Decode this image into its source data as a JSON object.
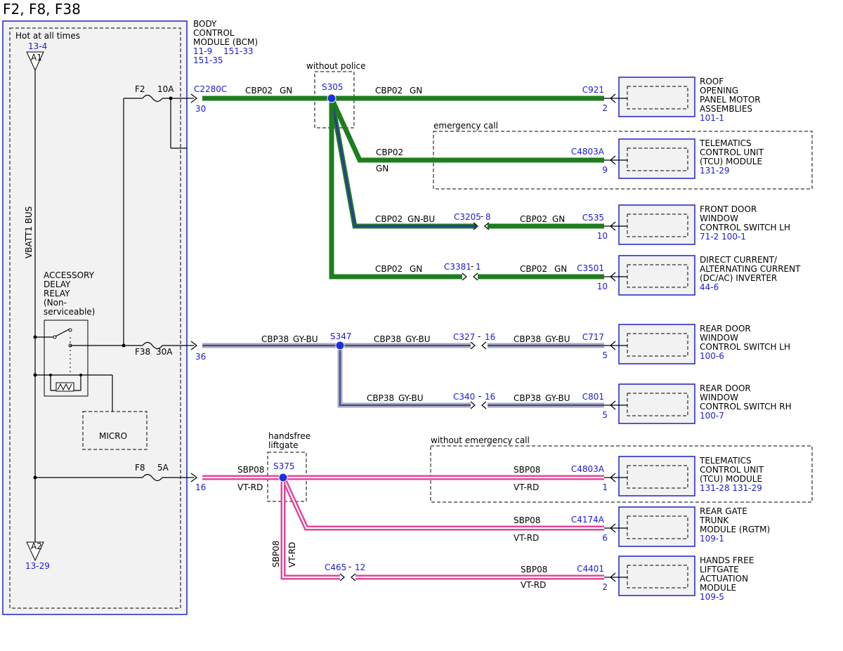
{
  "title": "F2, F8, F38",
  "colors": {
    "blue": "#1a1ad6",
    "green": "#1e7d1e",
    "gn_bu_blue": "#2a3c9a",
    "gy_bu_gray": "#a8a8b8",
    "gy_bu_blue": "#3a4aa0",
    "pink": "#e0489a",
    "splice": "#1b2ee0"
  },
  "bcm": {
    "hot_label": "Hot at all times",
    "hot_ref": "13-4",
    "a1": "A1",
    "a2": "A2",
    "a2_ref": "13-29",
    "bus_label": "VBATT1 BUS",
    "name_lines": [
      "BODY",
      "CONTROL",
      "MODULE (BCM)"
    ],
    "refs": [
      "11-9",
      "151-33",
      "151-35"
    ],
    "relay_lines": [
      "ACCESSORY",
      "DELAY",
      "RELAY",
      "(Non-",
      "serviceable)"
    ],
    "micro": "MICRO",
    "fuses": [
      {
        "name": "F2",
        "rating": "10A"
      },
      {
        "name": "F38",
        "rating": "30A"
      },
      {
        "name": "F8",
        "rating": "5A"
      }
    ],
    "connector": "C2280C",
    "pins": [
      "30",
      "36",
      "16"
    ]
  },
  "groups": {
    "without_police": "without police",
    "emergency_call": "emergency call",
    "handsfree": [
      "handsfree",
      "liftgate"
    ],
    "without_emergency_call": "without emergency call"
  },
  "splices": [
    "S305",
    "S347",
    "S375"
  ],
  "circuits": {
    "cbp02": "CBP02",
    "cbp38": "CBP38",
    "sbp08": "SBP08",
    "gn": "GN",
    "gn_bu": "GN-BU",
    "gy_bu": "GY-BU",
    "vt_rd": "VT-RD"
  },
  "inline_connectors": [
    {
      "name": "C3205",
      "pin": "8"
    },
    {
      "name": "C3381",
      "pin": "1"
    },
    {
      "name": "C327",
      "pin": "16"
    },
    {
      "name": "C340",
      "pin": "16"
    },
    {
      "name": "C465",
      "pin": "12"
    }
  ],
  "components": [
    {
      "connector": "C921",
      "pin": "2",
      "name_lines": [
        "ROOF",
        "OPENING",
        "PANEL MOTOR",
        "ASSEMBLIES"
      ],
      "refs": "101-1"
    },
    {
      "connector": "C4803A",
      "pin": "9",
      "name_lines": [
        "TELEMATICS",
        "CONTROL UNIT",
        "(TCU) MODULE"
      ],
      "refs": "131-29"
    },
    {
      "connector": "C535",
      "pin": "10",
      "name_lines": [
        "FRONT DOOR",
        "WINDOW",
        "CONTROL SWITCH LH"
      ],
      "refs": "71-2    100-1"
    },
    {
      "connector": "C3501",
      "pin": "10",
      "name_lines": [
        "DIRECT CURRENT/",
        "ALTERNATING CURRENT",
        "(DC/AC) INVERTER"
      ],
      "refs": "44-6"
    },
    {
      "connector": "C717",
      "pin": "5",
      "name_lines": [
        "REAR DOOR",
        "WINDOW",
        "CONTROL SWITCH LH"
      ],
      "refs": "100-6"
    },
    {
      "connector": "C801",
      "pin": "5",
      "name_lines": [
        "REAR DOOR",
        "WINDOW",
        "CONTROL SWITCH RH"
      ],
      "refs": "100-7"
    },
    {
      "connector": "C4803A",
      "pin": "1",
      "name_lines": [
        "TELEMATICS",
        "CONTROL UNIT",
        "(TCU) MODULE"
      ],
      "refs": "131-28   131-29"
    },
    {
      "connector": "C4174A",
      "pin": "6",
      "name_lines": [
        "REAR GATE",
        "TRUNK",
        "MODULE (RGTM)"
      ],
      "refs": "109-1"
    },
    {
      "connector": "C4401",
      "pin": "2",
      "name_lines": [
        "HANDS FREE",
        "LIFTGATE",
        "ACTUATION",
        "MODULE"
      ],
      "refs": "109-5"
    }
  ]
}
